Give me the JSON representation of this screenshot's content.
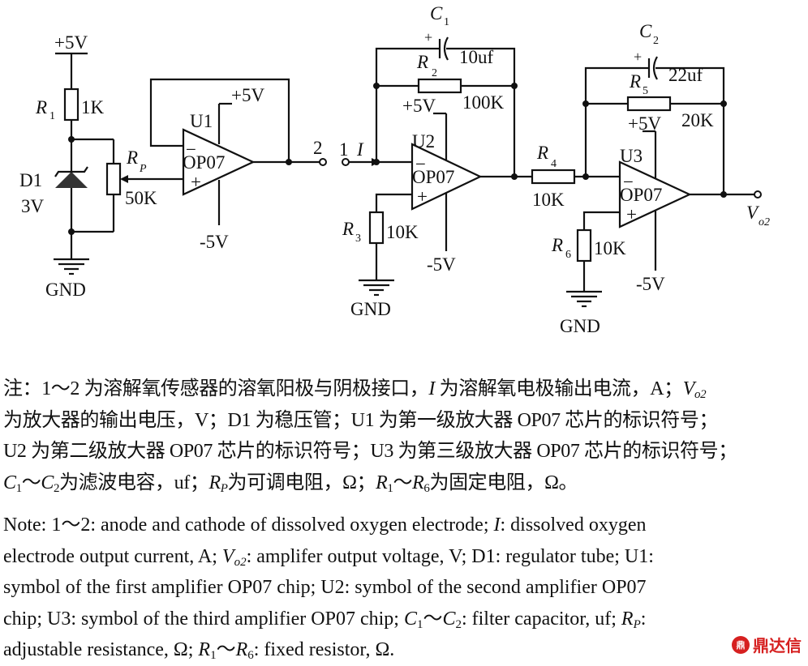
{
  "diagram": {
    "supply_pos": "+5V",
    "supply_neg": "-5V",
    "ground": "GND",
    "r1_name": "R",
    "r1_sub": "1",
    "r1_value": "1K",
    "d1_name": "D1",
    "d1_value": "3V",
    "rp_name": "R",
    "rp_sub": "P",
    "rp_value": "50K",
    "u1": "U1",
    "u2": "U2",
    "u3": "U3",
    "chip": "OP07",
    "minus": "−",
    "plus": "+",
    "port2": "2",
    "port1": "1",
    "current": "I",
    "c1_name": "C",
    "c1_sub": "1",
    "c1_value": "10uf",
    "r2_name": "R",
    "r2_sub": "2",
    "r2_value": "100K",
    "r3_name": "R",
    "r3_sub": "3",
    "r3_value": "10K",
    "r4_name": "R",
    "r4_sub": "4",
    "r4_value": "10K",
    "c2_name": "C",
    "c2_sub": "2",
    "c2_value": "22uf",
    "r5_name": "R",
    "r5_sub": "5",
    "r5_value": "20K",
    "r6_name": "R",
    "r6_sub": "6",
    "r6_value": "10K",
    "out_name": "V",
    "out_sub": "o2"
  },
  "note_cn": {
    "line1": "注：1～2 为溶解氧传感器的溶氧阳极与阴极接口，",
    "line1_i": "I",
    "line1_b": " 为溶解氧电极输出电流，A；",
    "line1_v": "V",
    "line1_vsub": "o2",
    "line2": "为放大器的输出电压，V；D1 为稳压管；U1 为第一级放大器 OP07 芯片的标识符号；",
    "line3": "U2 为第二级放大器 OP07 芯片的标识符号；U3 为第三级放大器 OP07 芯片的标识符号；",
    "line4_c": "C",
    "line4_c1sub": "1",
    "line4_tilde": "～",
    "line4_c2sub": "2",
    "line4_a": "为滤波电容，uf；",
    "line4_r": "R",
    "line4_rpsub": "P",
    "line4_b": "为可调电阻，Ω；",
    "line4_r1sub": "1",
    "line4_r6sub": "6",
    "line4_c_end": "为固定电阻，Ω。"
  },
  "note_en": {
    "l1a": "Note: 1～2: anode and cathode of dissolved oxygen electrode; ",
    "l1i": "I",
    "l1b": ": dissolved oxygen",
    "l2a": "electrode output current, A; ",
    "l2v": "V",
    "l2vsub": "o2",
    "l2b": ": amplifer output voltage, V; D1: regulator tube; U1:",
    "l3": "symbol of the first amplifier OP07 chip; U2: symbol of the second amplifier OP07",
    "l4a": "chip; U3: symbol of the third amplifier OP07 chip; ",
    "l4c": "C",
    "l4c1": "1",
    "l4t": "～",
    "l4c2": "2",
    "l4b": ": filter capacitor, uf; ",
    "l4r": "R",
    "l4rp": "P",
    "l4end": ":",
    "l5a": "adjustable resistance, Ω; ",
    "l5r": "R",
    "l5r1": "1",
    "l5t": "～",
    "l5r6": "6",
    "l5b": ": fixed resistor, Ω."
  },
  "watermark": {
    "text": "鼎达信",
    "logo": "鼎"
  }
}
